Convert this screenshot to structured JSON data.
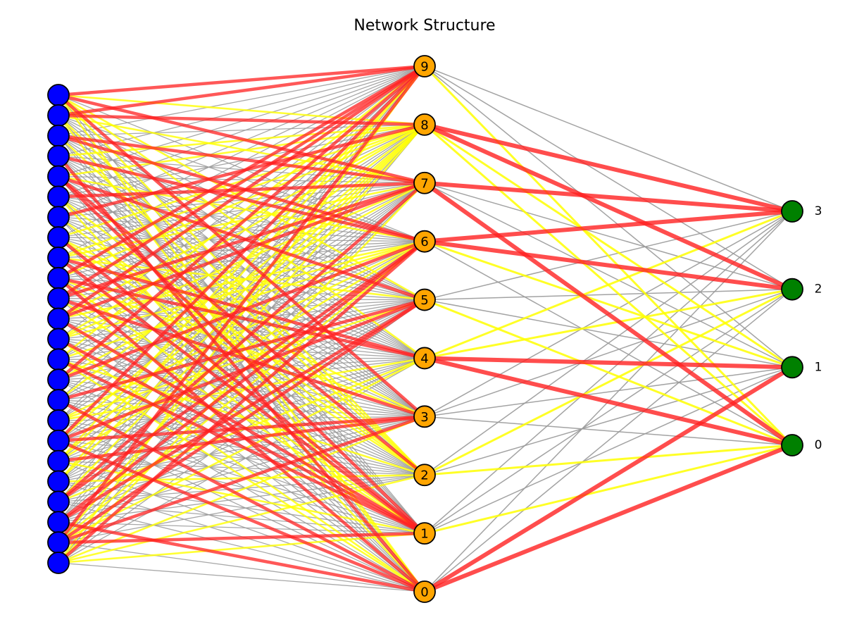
{
  "title": "Network Structure",
  "colors": {
    "input_node": "#0000ff",
    "hidden_node": "#ffa500",
    "output_node": "#008000",
    "node_stroke": "#000000",
    "edge_neutral": "#999999",
    "edge_medium": "#ffff00",
    "edge_strong": "#ff2020"
  },
  "layers": {
    "input_count": 24,
    "hidden_labels": [
      "0",
      "1",
      "2",
      "3",
      "4",
      "5",
      "6",
      "7",
      "8",
      "9"
    ],
    "output_labels": [
      "0",
      "1",
      "2",
      "3"
    ]
  },
  "strong_hidden_output": [
    {
      "from": 0,
      "to": 0
    },
    {
      "from": 0,
      "to": 1
    },
    {
      "from": 4,
      "to": 0
    },
    {
      "from": 4,
      "to": 1
    },
    {
      "from": 6,
      "to": 2
    },
    {
      "from": 6,
      "to": 3
    },
    {
      "from": 7,
      "to": 0
    },
    {
      "from": 7,
      "to": 3
    },
    {
      "from": 8,
      "to": 2
    },
    {
      "from": 8,
      "to": 3
    }
  ],
  "medium_hidden_output": [
    {
      "from": 1,
      "to": 0
    },
    {
      "from": 2,
      "to": 0
    },
    {
      "from": 2,
      "to": 2
    },
    {
      "from": 4,
      "to": 2
    },
    {
      "from": 4,
      "to": 3
    },
    {
      "from": 5,
      "to": 0
    },
    {
      "from": 6,
      "to": 1
    },
    {
      "from": 8,
      "to": 0
    },
    {
      "from": 8,
      "to": 1
    },
    {
      "from": 9,
      "to": 0
    }
  ]
}
